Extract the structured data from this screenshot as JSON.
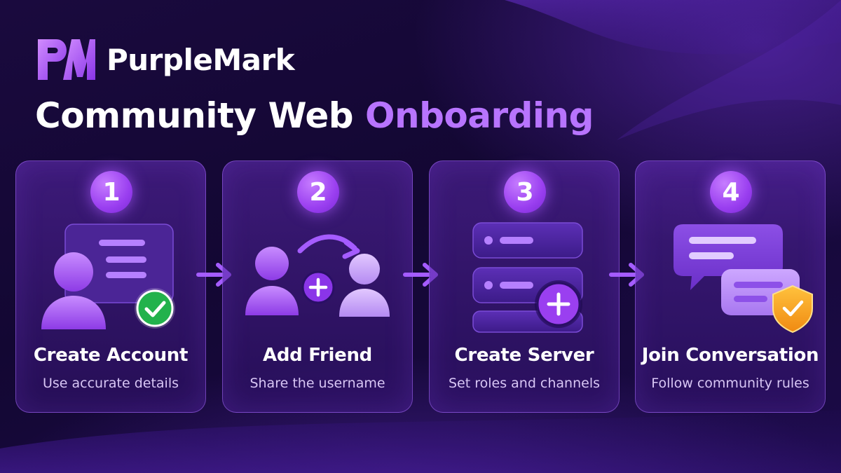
{
  "brand": {
    "logo_letters": "PM",
    "name": "PurpleMark"
  },
  "headline": {
    "lead": "Community Web",
    "accent": "Onboarding"
  },
  "colors": {
    "accent": "#b874ff",
    "badge": "#9a3ff0",
    "success": "#22b24c",
    "warning": "#f6a71b"
  },
  "steps": [
    {
      "number": "1",
      "title": "Create Account",
      "subtitle": "Use accurate details",
      "icon": "user-profile-check-icon"
    },
    {
      "number": "2",
      "title": "Add Friend",
      "subtitle": "Share the username",
      "icon": "add-friend-icon"
    },
    {
      "number": "3",
      "title": "Create Server",
      "subtitle": "Set roles and channels",
      "icon": "server-add-icon"
    },
    {
      "number": "4",
      "title": "Join Conversation",
      "subtitle": "Follow community rules",
      "icon": "chat-shield-icon"
    }
  ]
}
